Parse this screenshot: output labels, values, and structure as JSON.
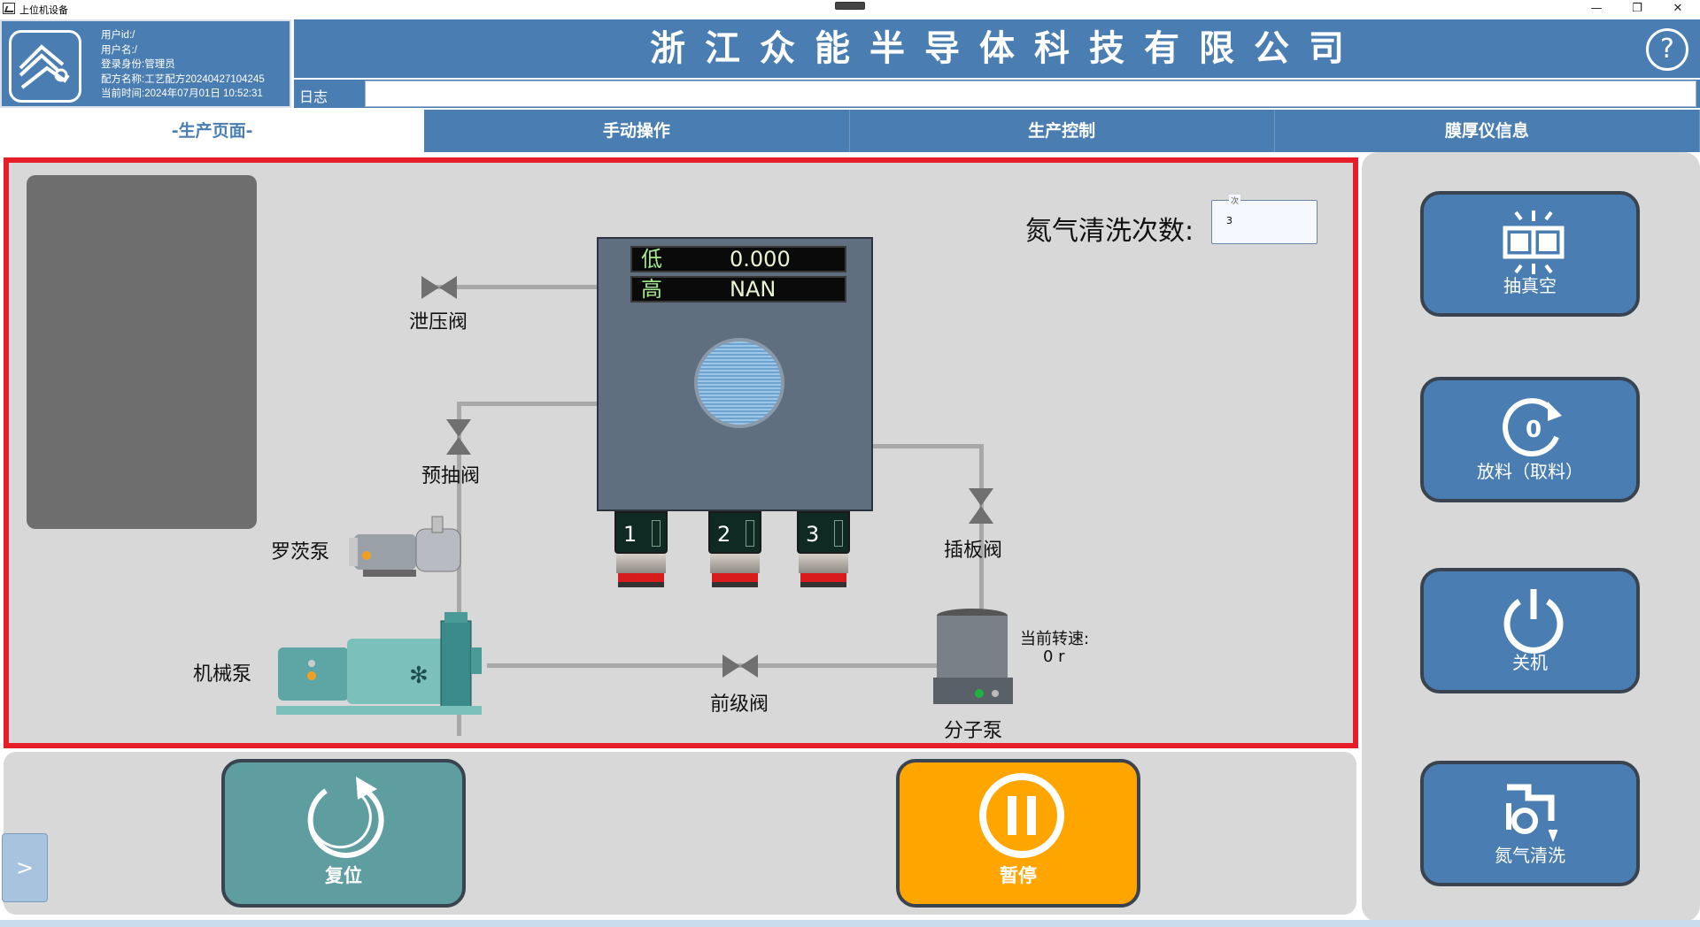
{
  "window": {
    "title": "上位机设备",
    "minimize": "—",
    "maximize": "❐",
    "close": "✕"
  },
  "header": {
    "company": "浙江众能半导体科技有限公司",
    "help": "?",
    "user": {
      "user_id": "用户id:/",
      "user_name": "用户名:/",
      "role": "登录身份:管理员",
      "recipe": "配方名称:工艺配方20240427104245",
      "time": "当前时间:2024年07月01日 10:52:31"
    },
    "log_label": "日志",
    "log_value": ""
  },
  "tabs": [
    {
      "label": "-生产页面-",
      "active": true
    },
    {
      "label": "手动操作",
      "active": false
    },
    {
      "label": "生产控制",
      "active": false
    },
    {
      "label": "膜厚仪信息",
      "active": false
    }
  ],
  "diagram": {
    "gauge_low_key": "低",
    "gauge_low_value": "0.000",
    "gauge_high_key": "高",
    "gauge_high_value": "NAN",
    "sources": [
      "1",
      "2",
      "3"
    ],
    "valves": {
      "vent": "泄压阀",
      "roughing": "预抽阀",
      "gate": "插板阀",
      "foreline": "前级阀"
    },
    "pumps": {
      "roots": "罗茨泵",
      "mechanical": "机械泵",
      "molecular": "分子泵"
    },
    "speed_label": "当前转速:",
    "speed_value": "0 r",
    "n2_purge_label": "氮气清洗次数:",
    "n2_purge_count": "3",
    "n2_purge_unit": "次"
  },
  "controls": {
    "reset": "复位",
    "pause": "暂停",
    "expander": ">"
  },
  "side_buttons": {
    "vacuum": "抽真空",
    "unload": "放料（取料）",
    "shutdown": "关机",
    "n2_purge": "氮气清洗"
  },
  "colors": {
    "primary": "#4a7eb2",
    "alarm_border": "#e61e28",
    "reset": "#5f9ea0",
    "pause": "#ffa500"
  }
}
